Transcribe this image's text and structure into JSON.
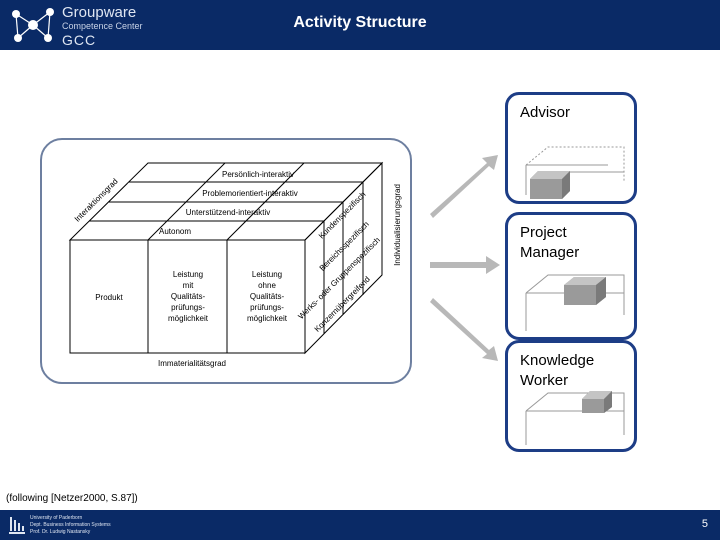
{
  "header": {
    "title": "Activity Structure",
    "brand_line1": "Groupware",
    "brand_line2": "Competence Center",
    "brand_line3": "GCC"
  },
  "diagram": {
    "top_layers": [
      "Persönlich-interaktiv",
      "Problemorientiert-interaktiv",
      "Unterstützend-interaktiv",
      "Autonom"
    ],
    "front_cells": {
      "produkt": "Produkt",
      "mit": [
        "Leistung",
        "mit",
        "Qualitäts-",
        "prüfungs-",
        "möglichkeit"
      ],
      "ohne": [
        "Leistung",
        "ohne",
        "Qualitäts-",
        "prüfungs-",
        "möglichkeit"
      ]
    },
    "bottom_axis": "Immaterialitätsgrad",
    "left_axis": "Interaktionsgrad",
    "right_axis": "Individualisierungsgrad",
    "side_layers": [
      "Kundenspezifisch",
      "Bereichsspezifisch",
      "Werks- oder Gruppenspezifisch",
      "Konzernübergreifend"
    ]
  },
  "roles": [
    {
      "line1": "Advisor",
      "line2": ""
    },
    {
      "line1": "Project",
      "line2": "Manager"
    },
    {
      "line1": "Knowledge",
      "line2": "Worker"
    }
  ],
  "footnote": "(following [Netzer2000, S.87])",
  "footer": {
    "uni_line1": "University of Paderborn",
    "uni_line2": "Dept. Business Information Systems",
    "uni_line3": "Prof. Dr. Ludwig Nastansky",
    "page_number": "5"
  },
  "colors": {
    "header_bg": "#0a2a66",
    "role_border": "#1d3d86",
    "frame_border": "#6d7fa0",
    "arrow": "#b8b8b8"
  }
}
